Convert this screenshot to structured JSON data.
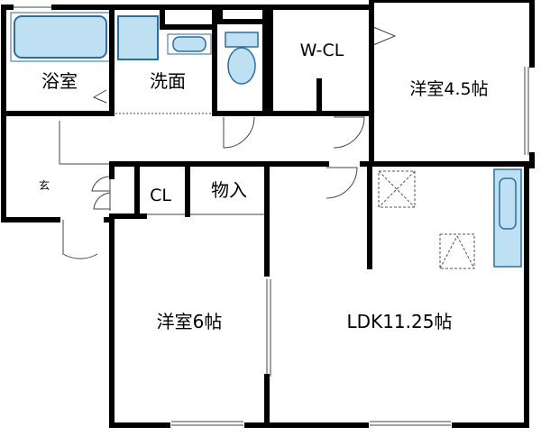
{
  "rooms": {
    "bathroom": "浴室",
    "washroom": "洗面",
    "walk_in_closet": "W-CL",
    "western_room_small": "洋室4.5帖",
    "entrance": "玄",
    "closet": "CL",
    "storage": "物入",
    "western_room_large": "洋室6帖",
    "ldk": "LDK11.25帖"
  },
  "colors": {
    "wall": "#000000",
    "fixture_fill": "#bfe0f3",
    "fixture_stroke": "#2a6f9e",
    "background": "#ffffff",
    "door_line": "#444444"
  },
  "icons": {
    "bathtub": "bathtub-icon",
    "wash_basin": "sink-icon",
    "toilet": "toilet-icon",
    "kitchen_counter": "kitchen-counter-icon",
    "refrigerator_space": "refrigerator-space-icon",
    "stove": "stove-icon"
  }
}
